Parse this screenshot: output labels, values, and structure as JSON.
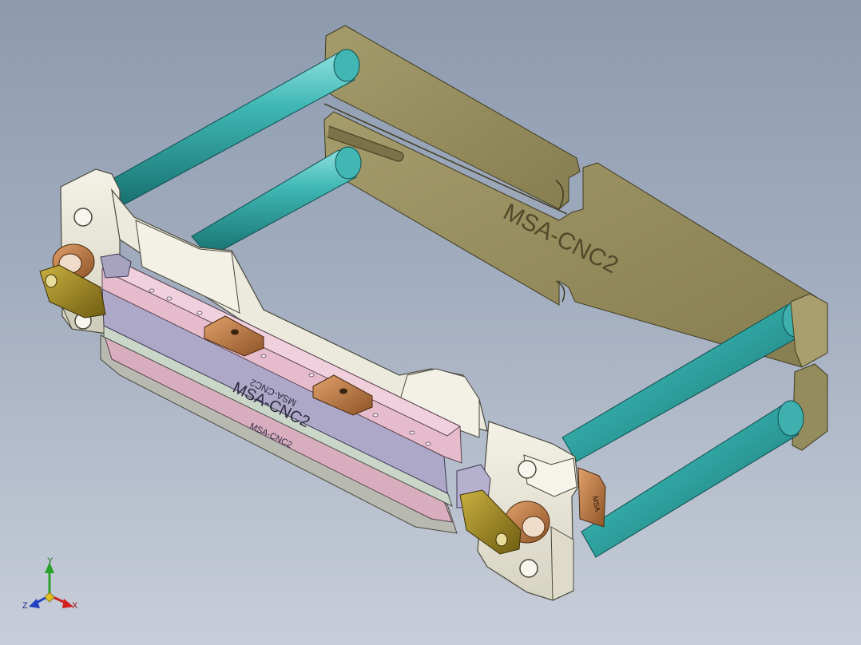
{
  "model": {
    "plate_label": "MSA-CNC2",
    "bar_label": "MSA-CNC2",
    "bar_label_mirrored": "MSA-CNC2",
    "bar_label_lower": "MSA-CNC2",
    "block_label": "MSA"
  },
  "triad": {
    "x_label": "X",
    "y_label": "Y",
    "z_label": "Z"
  },
  "colors": {
    "background_top": "#8d9aae",
    "background_bottom": "#c8ced9",
    "plate": "#8c8458",
    "rod": "#2fa6a4",
    "frame": "#e8e6d8",
    "bar_pink": "#e4b8c8",
    "bar_lilac": "#b0aacb",
    "brass": "#9a8420",
    "copper": "#b77a45"
  }
}
